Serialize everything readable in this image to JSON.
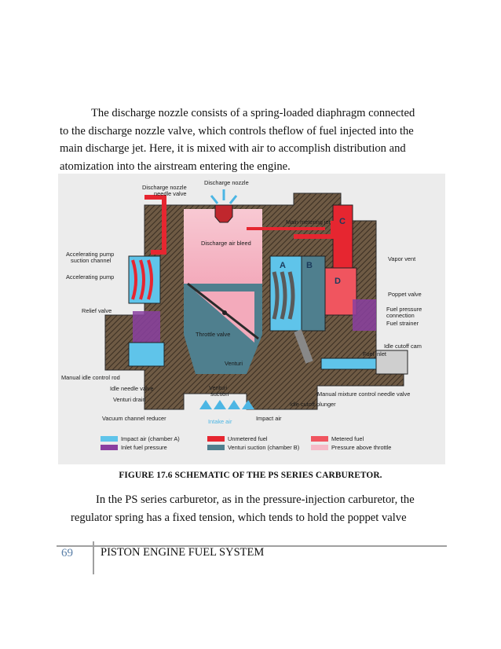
{
  "paragraphs": {
    "p1_line1": "The discharge nozzle consists of a spring-loaded diaphragm connected",
    "p1_line2": "to the discharge nozzle valve, which controls theflow of fuel injected into the",
    "p1_line3": "main discharge jet. Here, it is mixed with air to accomplish distribution and",
    "p1_line4": "atomization into the airstream entering the engine.",
    "p2_line1": "In the PS series carburetor, as in the pressure-injection carburetor, the",
    "p2_line2": "regulator spring has a fixed tension, which tends to hold the poppet valve"
  },
  "figure": {
    "caption": "FIGURE 17.6 SCHEMATIC OF THE PS SERIES CARBURETOR.",
    "labels": {
      "discharge_nozzle_needle_valve_1": "Discharge nozzle",
      "discharge_nozzle_needle_valve_2": "needle valve",
      "discharge_nozzle": "Discharge nozzle",
      "main_metering_jet": "Main metering jet",
      "discharge_air_bleed": "Discharge air bleed",
      "accel_pump_suction_1": "Accelerating pump",
      "accel_pump_suction_2": "suction channel",
      "accelerating_pump": "Accelerating pump",
      "vapor_vent": "Vapor vent",
      "poppet_valve": "Poppet valve",
      "relief_valve": "Relief valve",
      "fuel_pressure_connection_1": "Fuel pressure",
      "fuel_pressure_connection_2": "connection",
      "fuel_strainer": "Fuel strainer",
      "throttle_valve": "Throttle valve",
      "idle_cutoff_cam": "Idle cutoff cam",
      "fuel_inlet": "Fuel inlet",
      "venturi": "Venturi",
      "manual_idle_control_rod": "Manual idle control rod",
      "idle_needle_valve": "Idle needle valve",
      "venturi_suction_1": "Venturi",
      "venturi_suction_2": "suction",
      "venturi_drain": "Venturi drain",
      "manual_mixture_control_needle_valve": "Manual mixture control needle valve",
      "idle_cutoff_plunger": "Idle cutoff plunger",
      "vacuum_channel_reducer": "Vacuum channel reducer",
      "intake_air": "Intake air",
      "impact_air": "Impact air",
      "chamber_a": "A",
      "chamber_b": "B",
      "chamber_c": "C",
      "chamber_d": "D"
    },
    "legend": [
      {
        "label": "Impact air (chamber A)",
        "color": "#5fc4ea"
      },
      {
        "label": "Inlet fuel pressure",
        "color": "#8a3fa0"
      },
      {
        "label": "Unmetered fuel",
        "color": "#e62630"
      },
      {
        "label": "Venturi suction (chamber B)",
        "color": "#4f7f8e"
      },
      {
        "label": "Metered fuel",
        "color": "#f0555f"
      },
      {
        "label": "Pressure above throttle",
        "color": "#f6b9c6"
      }
    ]
  },
  "footer": {
    "page_number": "69",
    "title": "PISTON ENGINE FUEL SYSTEM"
  }
}
